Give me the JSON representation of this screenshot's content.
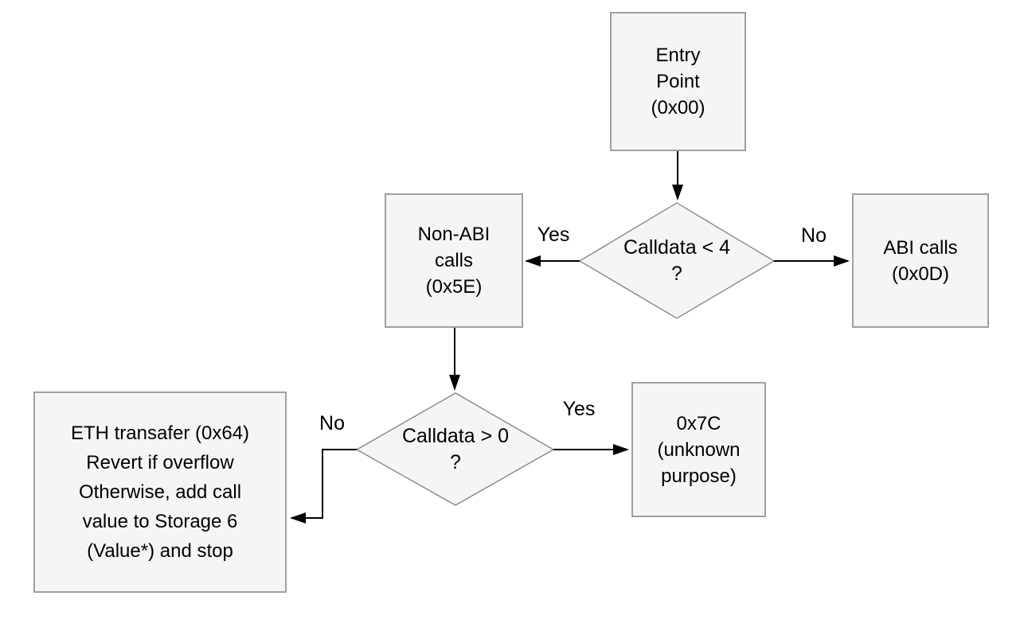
{
  "diagram": {
    "type": "flowchart",
    "colors": {
      "background": "#ffffff",
      "node_fill": "#f5f5f5",
      "node_border": "#a0a0a0",
      "diamond_border": "#808080",
      "arrow": "#000000",
      "text": "#000000"
    },
    "nodes": {
      "entry": {
        "shape": "rect",
        "lines": [
          "Entry",
          "Point",
          "(0x00)"
        ]
      },
      "decision_calldata_lt_4": {
        "shape": "diamond",
        "lines": [
          "Calldata < 4",
          "?"
        ]
      },
      "non_abi_calls": {
        "shape": "rect",
        "lines": [
          "Non-ABI",
          "calls",
          "(0x5E)"
        ]
      },
      "abi_calls": {
        "shape": "rect",
        "lines": [
          "ABI calls",
          "(0x0D)"
        ]
      },
      "decision_calldata_gt_0": {
        "shape": "diamond",
        "lines": [
          "Calldata > 0",
          "?"
        ]
      },
      "unknown_purpose": {
        "shape": "rect",
        "lines": [
          "0x7C",
          "(unknown",
          "purpose)"
        ]
      },
      "eth_transfer": {
        "shape": "rect",
        "lines": [
          "ETH transafer (0x64)",
          "Revert if overflow",
          "Otherwise, add call",
          "value to Storage 6",
          "(Value*) and stop"
        ]
      }
    },
    "edges": [
      {
        "from": "entry",
        "to": "decision_calldata_lt_4",
        "label": ""
      },
      {
        "from": "decision_calldata_lt_4",
        "to": "non_abi_calls",
        "label": "Yes"
      },
      {
        "from": "decision_calldata_lt_4",
        "to": "abi_calls",
        "label": "No"
      },
      {
        "from": "non_abi_calls",
        "to": "decision_calldata_gt_0",
        "label": ""
      },
      {
        "from": "decision_calldata_gt_0",
        "to": "unknown_purpose",
        "label": "Yes"
      },
      {
        "from": "decision_calldata_gt_0",
        "to": "eth_transfer",
        "label": "No"
      }
    ]
  }
}
